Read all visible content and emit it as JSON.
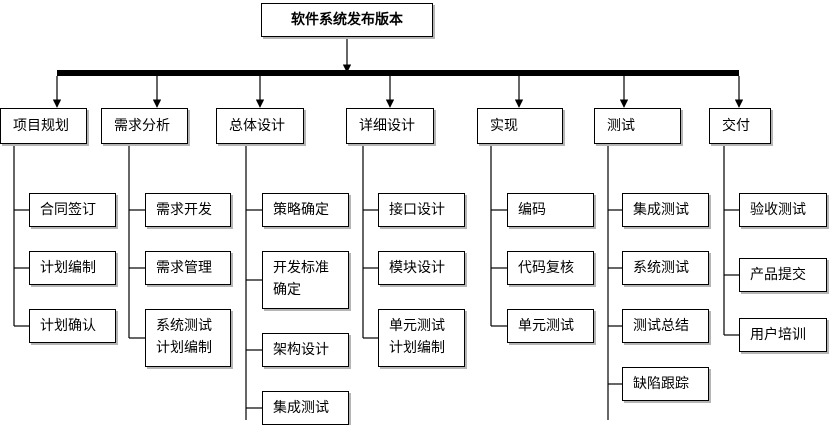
{
  "title": "软件系统发布版本",
  "phases": [
    {
      "label": "项目规划",
      "tasks": [
        "合同签订",
        "计划编制",
        "计划确认"
      ]
    },
    {
      "label": "需求分析",
      "tasks": [
        "需求开发",
        "需求管理",
        "系统测试\n计划编制"
      ]
    },
    {
      "label": "总体设计",
      "tasks": [
        "策略确定",
        "开发标准\n确定",
        "架构设计",
        "集成测试"
      ]
    },
    {
      "label": "详细设计",
      "tasks": [
        "接口设计",
        "模块设计",
        "单元测试\n计划编制"
      ]
    },
    {
      "label": "实现",
      "tasks": [
        "编码",
        "代码复核",
        "单元测试"
      ]
    },
    {
      "label": "测试",
      "tasks": [
        "集成测试",
        "系统测试",
        "测试总结",
        "缺陷跟踪"
      ]
    },
    {
      "label": "交付",
      "tasks": [
        "验收测试",
        "产品提交",
        "用户培训"
      ]
    }
  ]
}
